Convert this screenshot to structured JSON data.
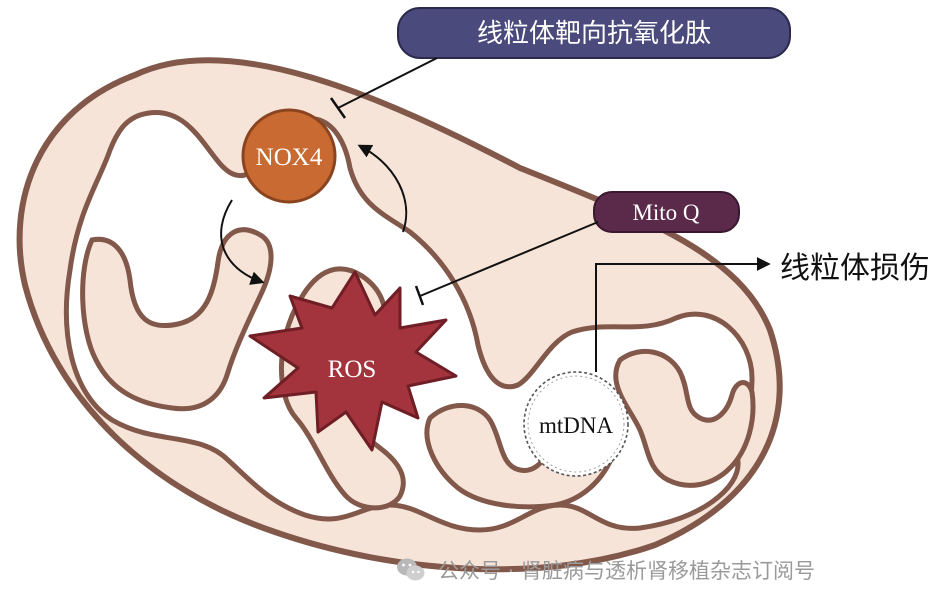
{
  "labels": {
    "peptide": "线粒体靶向抗氧化肽",
    "nox4": "NOX4",
    "ros": "ROS",
    "mitoq": "Mito Q",
    "mtdna": "mtDNA",
    "damage": "线粒体损伤"
  },
  "watermark": {
    "text": "公众号 · 肾脏病与透析肾移植杂志订阅号",
    "icon": "wechat-icon"
  },
  "colors": {
    "membrane_stroke": "#82584a",
    "membrane_fill": "#f7e4d8",
    "matrix_fill": "#ffffff",
    "peptide_pill": "#4a4a7c",
    "mitoq_pill": "#5b2a4a",
    "nox4_fill": "#c96a32",
    "ros_fill": "#a3333c",
    "watermark_text": "#9a9a9a"
  }
}
